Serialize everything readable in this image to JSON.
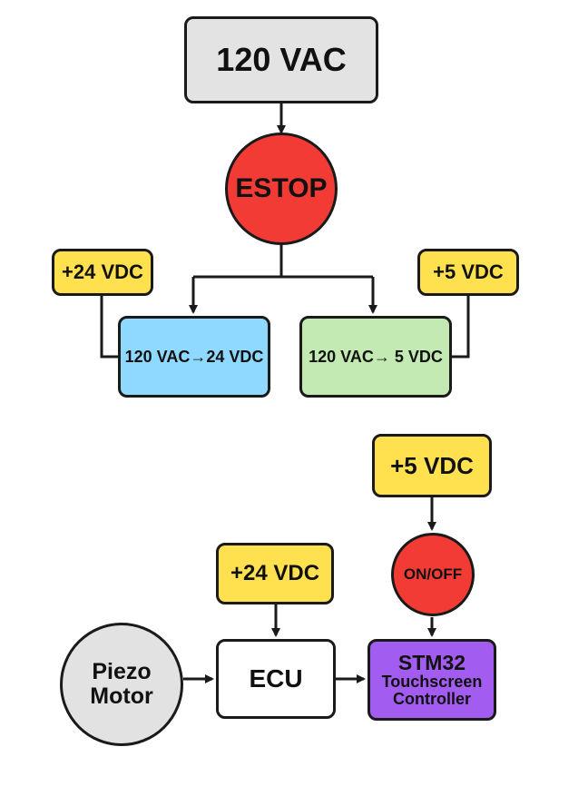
{
  "colors": {
    "gray": "#e3e3e3",
    "red": "#f23b34",
    "yellow": "#ffe14f",
    "blue": "#8fd9ff",
    "green": "#c3eab3",
    "white": "#ffffff",
    "purple": "#a35cf0",
    "light_gray": "#e2e2e2",
    "line": "#1a1a1a"
  },
  "power_diagram": {
    "source": "120 VAC",
    "estop": "ESTOP",
    "label_24v": "+24 VDC",
    "label_5v": "+5 VDC",
    "converter_24v": "120 VAC→24 VDC",
    "converter_5v": "120 VAC→ 5 VDC"
  },
  "control_diagram": {
    "supply_5v": "+5 VDC",
    "on_off": "ON/OFF",
    "supply_24v": "+24 VDC",
    "piezo_line1": "Piezo",
    "piezo_line2": "Motor",
    "ecu": "ECU",
    "stm_line1": "STM32",
    "stm_line2": "Touchscreen",
    "stm_line3": "Controller"
  }
}
